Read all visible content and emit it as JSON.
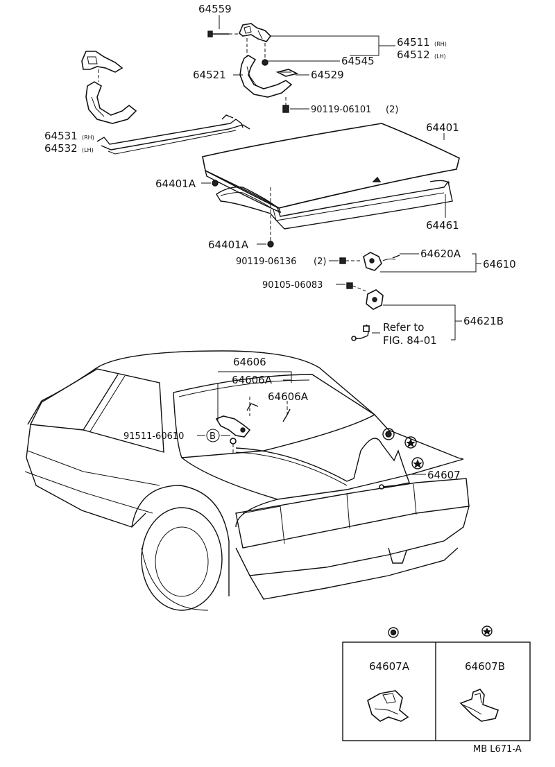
{
  "labels": {
    "p64559": "64559",
    "p64511": "64511",
    "p64511_side": "(RH)",
    "p64512": "64512",
    "p64512_side": "(LH)",
    "p64545": "64545",
    "p64521": "64521",
    "p64529": "64529",
    "p90119_06101": "90119-06101",
    "p90119_06101_qty": "(2)",
    "p64531": "64531",
    "p64531_side": "(RH)",
    "p64532": "64532",
    "p64532_side": "(LH)",
    "p64401": "64401",
    "p64401A_top": "64401A",
    "p64461": "64461",
    "p64401A_bottom": "64401A",
    "p90119_06136": "90119-06136",
    "p90119_06136_qty": "(2)",
    "p64620A": "64620A",
    "p64610": "64610",
    "p90105_06083": "90105-06083",
    "p64621B": "64621B",
    "refer_to": "Refer to",
    "fig_ref": "FIG. 84-01",
    "p64606": "64606",
    "p64606A_left": "64606A",
    "p64606A_right": "64606A",
    "p91511_60610": "91511-60610",
    "mark_b": "B",
    "p64607": "64607",
    "p64607A": "64607A",
    "p64607B": "64607B",
    "figure_code": "MB L671-A"
  }
}
